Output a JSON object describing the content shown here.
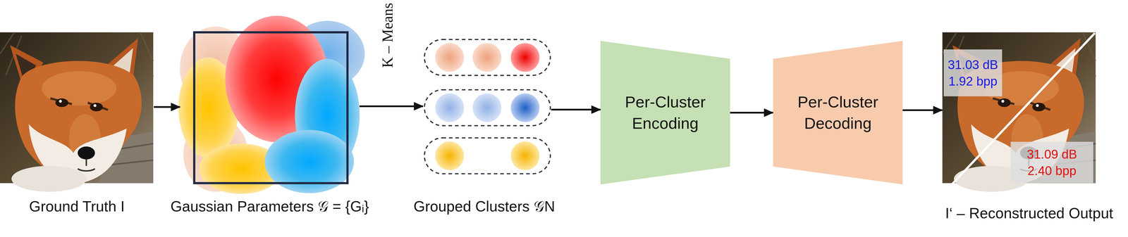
{
  "diagram": {
    "nodes": [
      {
        "text": [
          "Ground Truth I"
        ]
      },
      {
        "text": [
          "Gaussian Parameters 𝒢 = {Gᵢ}"
        ]
      },
      {
        "text": [
          "Grouped Clusters 𝒢N"
        ]
      },
      {
        "text": [
          "Per-Cluster Encoding"
        ]
      },
      {
        "text": [
          "Per-Cluster Decoding"
        ]
      },
      {
        "text": [
          "I‘ – Reconstructed Output"
        ]
      },
      {
        "text": [
          "31.03 dB",
          "1.92 bpp"
        ],
        "in": 5
      },
      {
        "text": [
          "31.09 dB",
          "2.40 bpp"
        ],
        "in": 5
      }
    ],
    "edges": [
      {
        "from": 0,
        "to": 1,
        "arrow": "to"
      },
      {
        "from": 1,
        "to": 2,
        "label": "K – Means",
        "arrow": "to"
      },
      {
        "from": 2,
        "to": 3,
        "arrow": "to"
      },
      {
        "from": 3,
        "to": 4,
        "arrow": "to"
      },
      {
        "from": 4,
        "to": 5,
        "arrow": "to"
      }
    ]
  }
}
